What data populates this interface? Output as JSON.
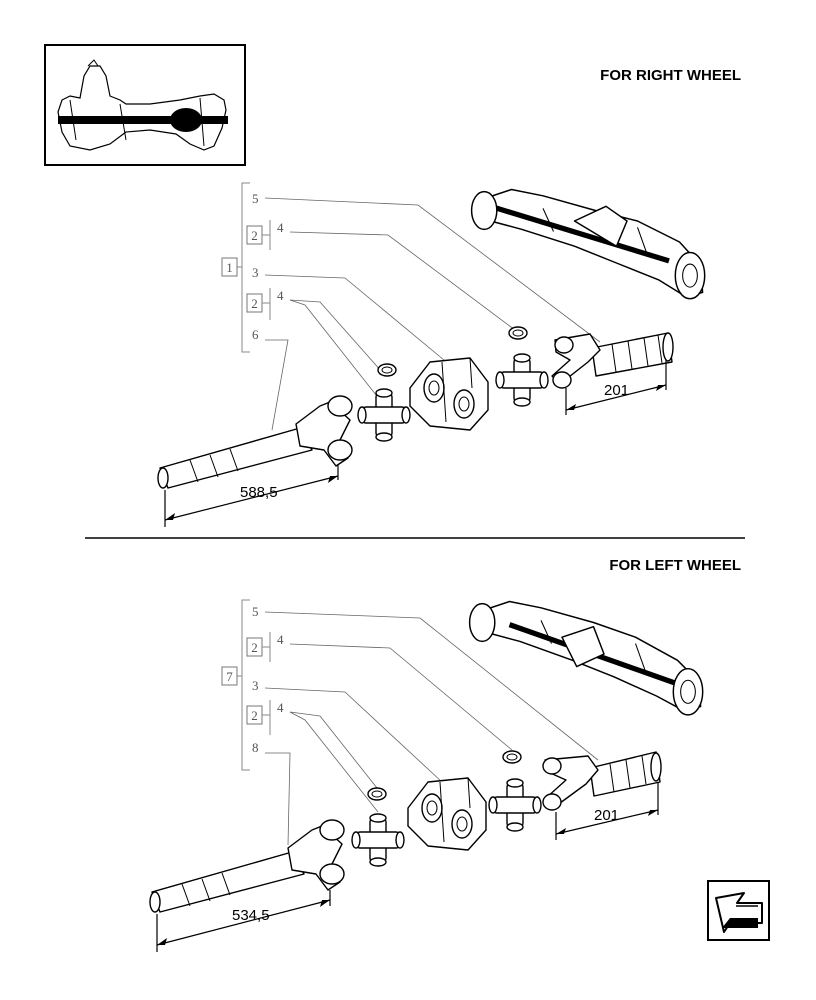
{
  "sections": [
    {
      "heading": "FOR RIGHT WHEEL",
      "group_ref": "1",
      "item_upper": "5",
      "sub_ref_a": "2",
      "item_a": "4",
      "item_mid": "3",
      "sub_ref_b": "2",
      "item_b": "4",
      "item_lower": "6",
      "dim_long": "588,5",
      "dim_short": "201"
    },
    {
      "heading": "FOR LEFT WHEEL",
      "group_ref": "7",
      "item_upper": "5",
      "sub_ref_a": "2",
      "item_a": "4",
      "item_mid": "3",
      "sub_ref_b": "2",
      "item_b": "4",
      "item_lower": "8",
      "dim_long": "534,5",
      "dim_short": "201"
    }
  ],
  "icons": {
    "thumbnail": "axle-location-thumbnail-icon",
    "nav": "previous-page-arrow-icon"
  }
}
